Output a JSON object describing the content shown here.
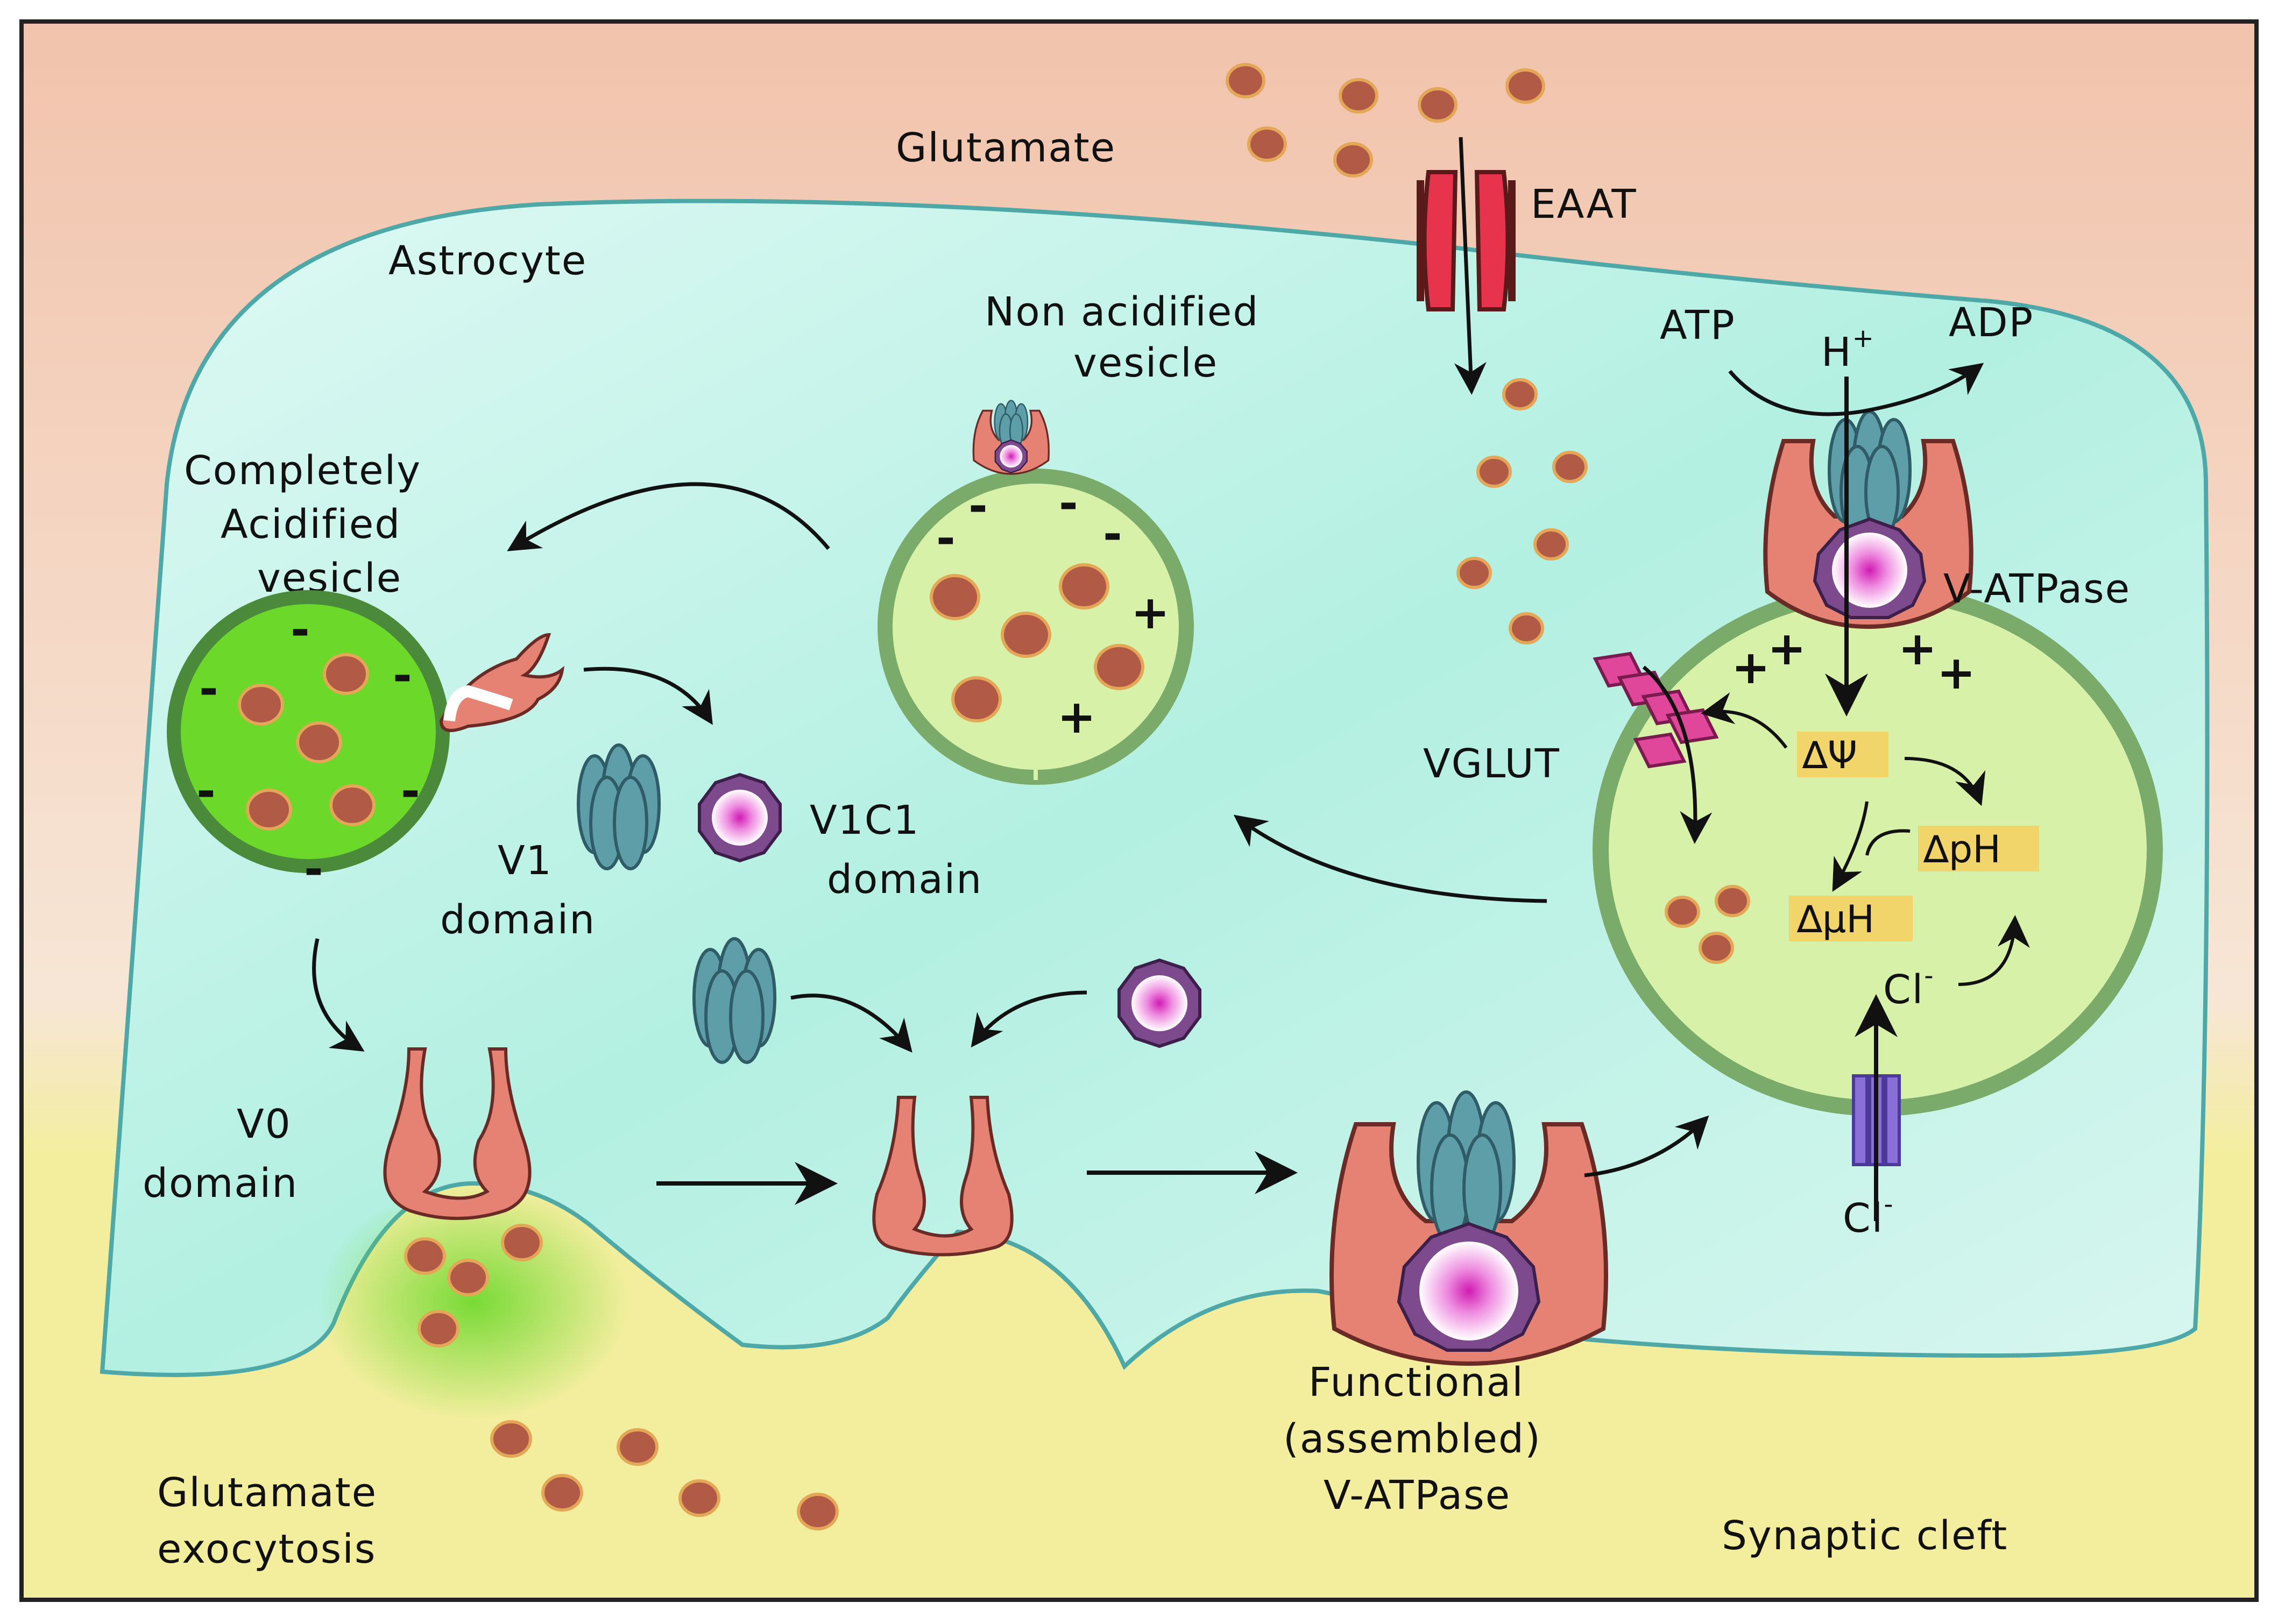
{
  "colors": {
    "extracellular_top": "#f1c3ac",
    "synaptic_cleft": "#f3ee9e",
    "astrocyte_fill": "#c8f7ec",
    "astrocyte_border": "#4ea8a8",
    "vesicle_light": "#d7f2a8",
    "vesicle_acidified": "#6bd82a",
    "vesicle_border": "#7aab6a",
    "glutamate": "#b15a45",
    "v0_domain": "#e58273",
    "v1_domain": "#5e9ea8",
    "v1c1_domain": "#7d4a8e",
    "eaat": "#e8334d",
    "vglut": "#e0469a",
    "chloride_channel": "#8a6fd8",
    "gradient_box": "#f1d46a"
  },
  "labels": {
    "glutamate_top": "Glutamate",
    "eaat": "EAAT",
    "astrocyte": "Astrocyte",
    "non_acidified": [
      "Non acidified",
      "vesicle"
    ],
    "completely_acidified": [
      "Completely",
      "Acidified",
      "vesicle"
    ],
    "atp": "ATP",
    "h_plus": "H",
    "h_plus_sup": "+",
    "adp": "ADP",
    "v_atpase": "V-ATPase",
    "vglut": "VGLUT",
    "v1_domain": [
      "V1",
      "domain"
    ],
    "v1c1_domain": [
      "V1C1",
      "domain"
    ],
    "v0_domain": [
      "V0",
      "domain"
    ],
    "delta_psi": "∆Ψ",
    "delta_ph": "∆pH",
    "delta_muh": "∆µH",
    "cl_inside": "Cl",
    "cl_outside": "Cl",
    "cl_sup": "-",
    "functional": [
      "Functional",
      "(assembled)",
      "V-ATPase"
    ],
    "glutamate_exocytosis": [
      "Glutamate",
      "exocytosis"
    ],
    "synaptic_cleft": "Synaptic cleft"
  },
  "signs": {
    "minus": "-",
    "plus": "+"
  }
}
